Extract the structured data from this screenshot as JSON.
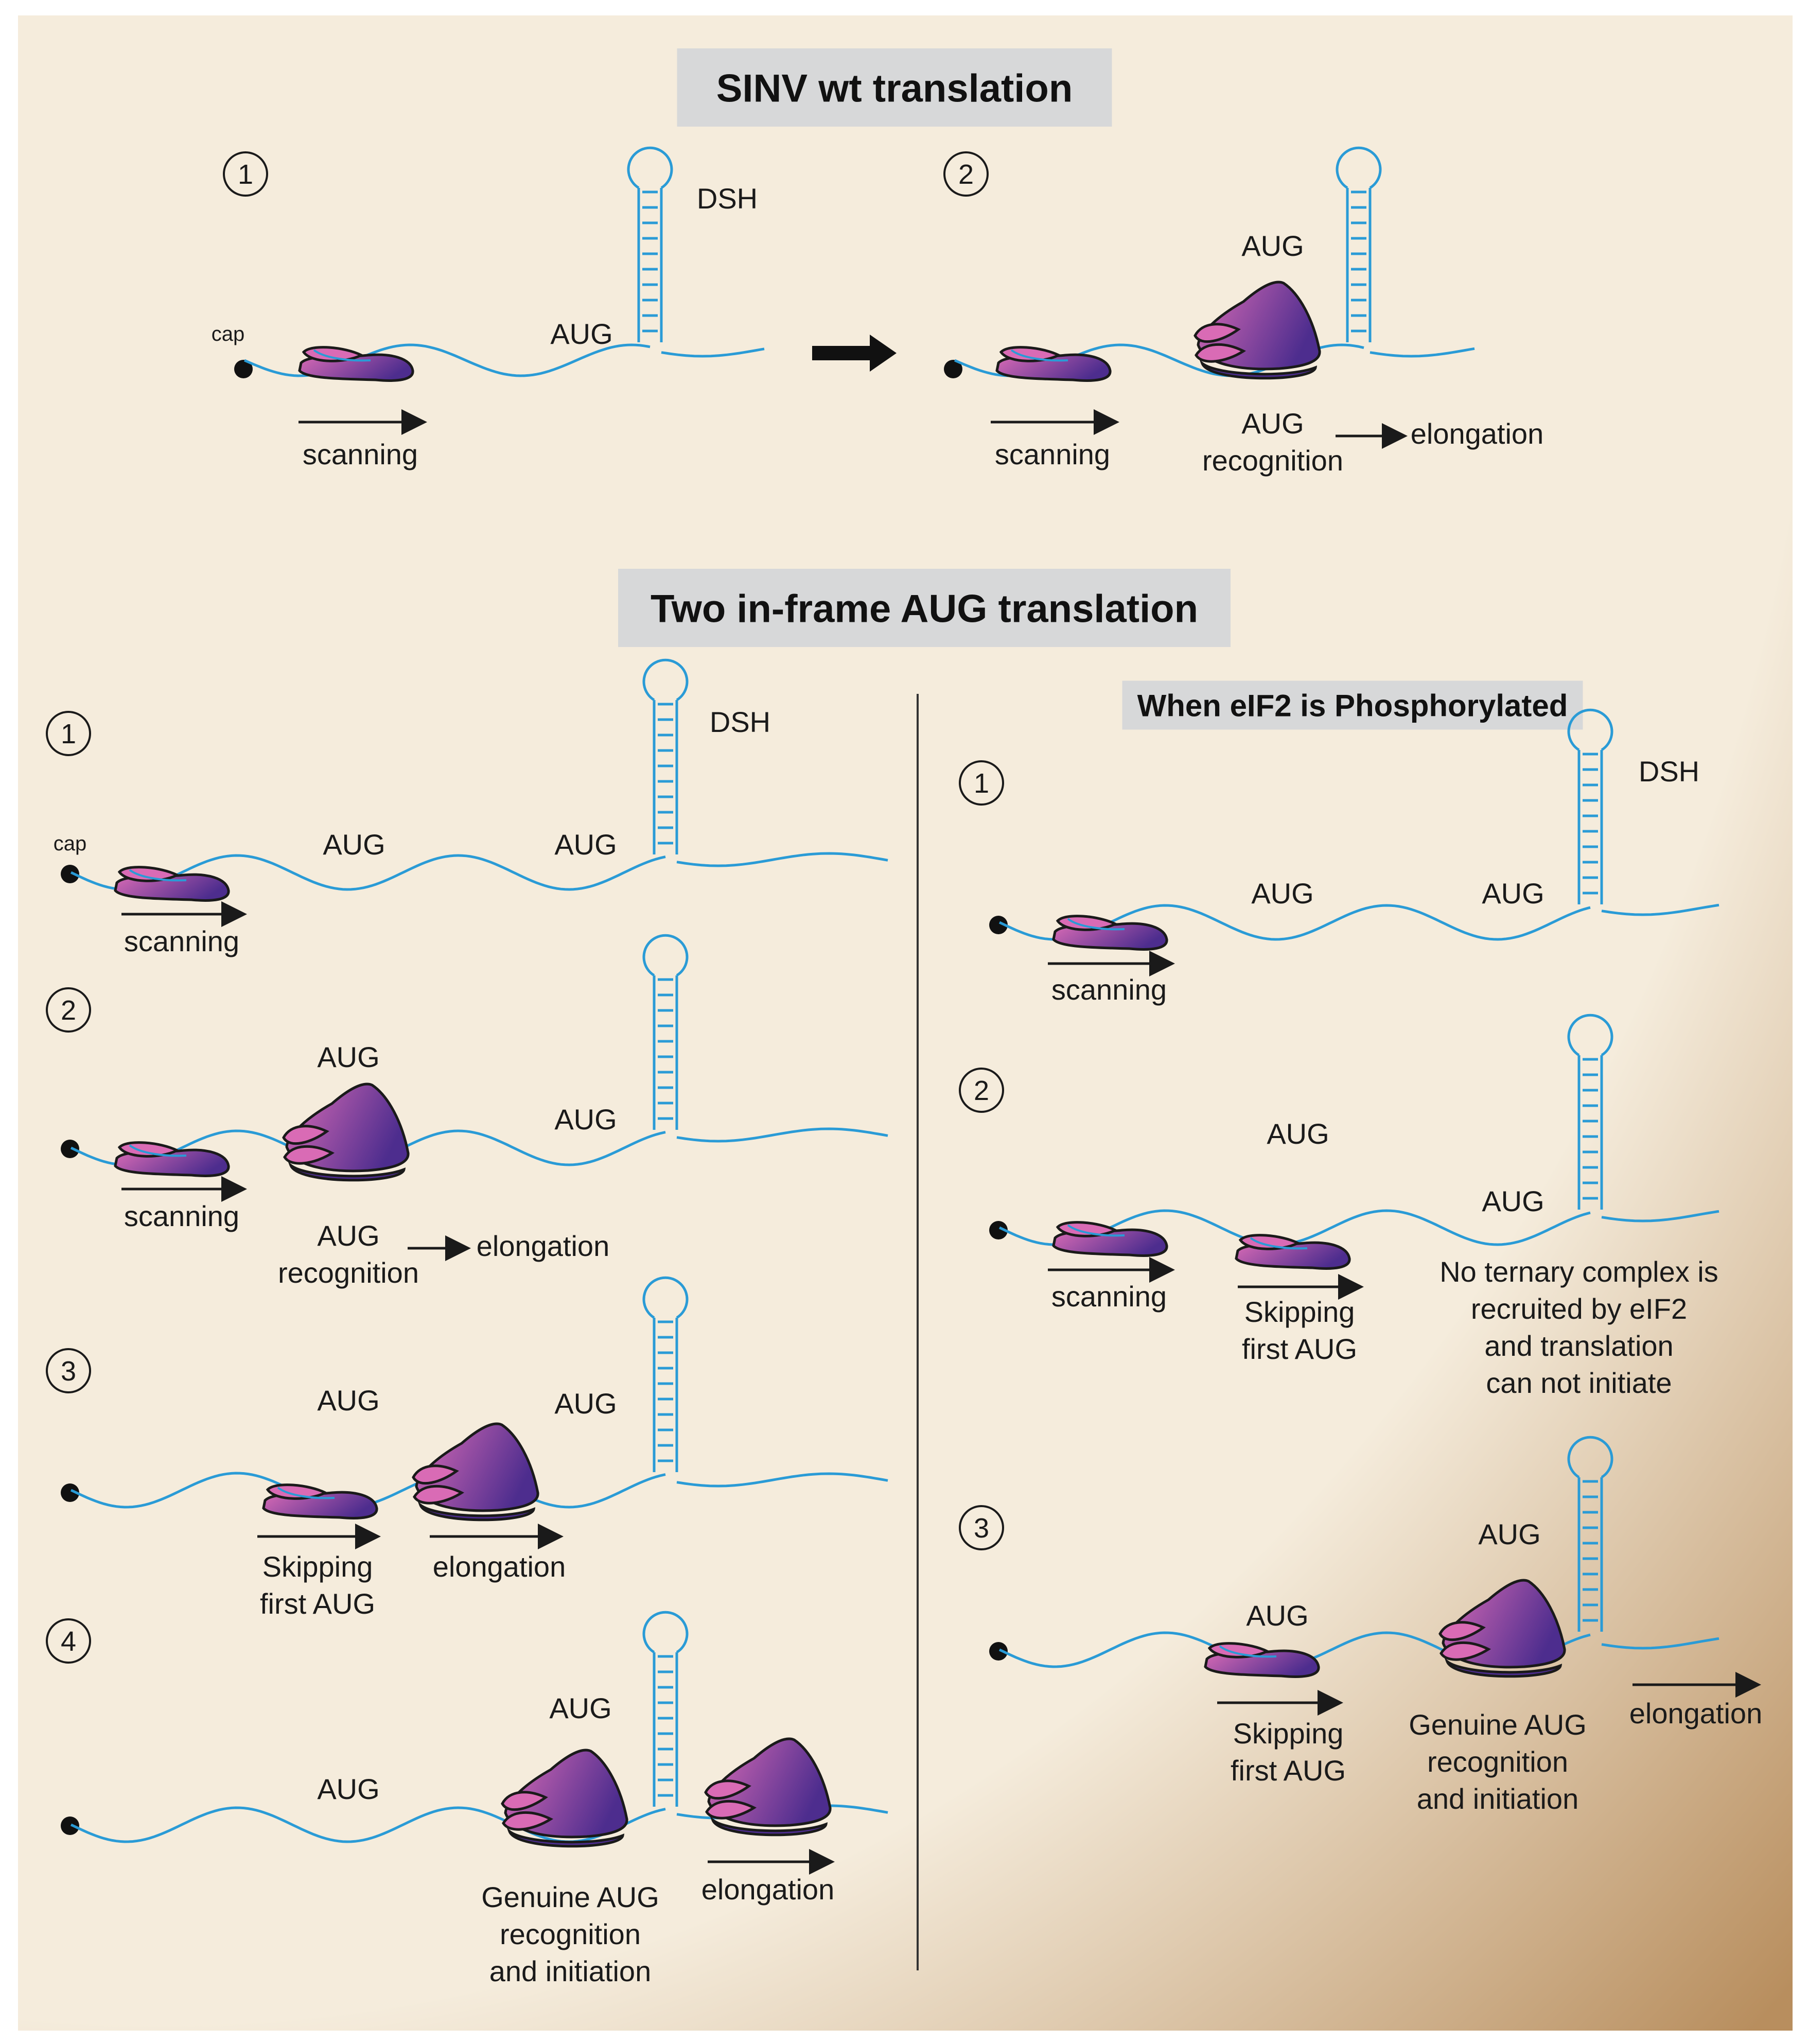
{
  "colors": {
    "background_light": "#f5ecdc",
    "background_dark": "#b88e5e",
    "title_box": "#d7d8d9",
    "rna": "#2a9bd6",
    "ribosome_light": "#d96bb5",
    "ribosome_dark": "#4d2d8e",
    "outline": "#1a1a1a"
  },
  "titles": {
    "sinv": "SINV wt translation",
    "two_aug": "Two in-frame AUG translation",
    "phos": "When eIF2 is Phosphorylated"
  },
  "terms": {
    "cap": "cap",
    "aug": "AUG",
    "dsh": "DSH",
    "scanning": "scanning",
    "elongation": "elongation",
    "aug_recognition": [
      "AUG",
      "recognition"
    ],
    "skipping": [
      "Skipping",
      "first AUG"
    ],
    "genuine": [
      "Genuine AUG",
      "recognition",
      "and initiation"
    ],
    "no_ternary": [
      "No ternary complex is",
      "recruited by eIF2",
      "and translation",
      "can not initiate"
    ]
  },
  "steps": [
    "1",
    "2",
    "3",
    "4"
  ],
  "icons": [
    "ribosome-icon",
    "dsh-hairpin-icon",
    "cap-dot-icon",
    "process-arrow-icon"
  ]
}
